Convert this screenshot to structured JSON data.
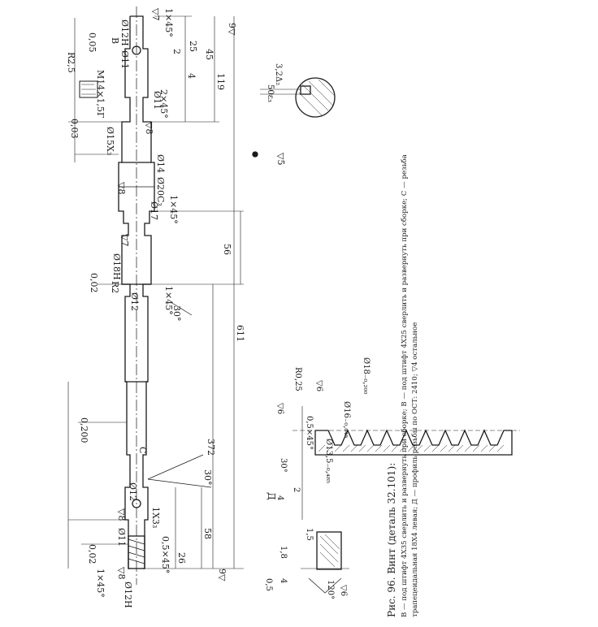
{
  "figure": {
    "title": "Рис. 96. Винт (деталь 32.101):",
    "caption_line1": "В — под штифт 4X35 сверлить и развернуть при сборке; В — под штифт 4X25 сверлить и развернуть при сборке; С — резьба",
    "caption_line2": "трапецеидальная 18X4 левая; Д — профиль резьбы по ОСТ: 2410; ▽4 остальное"
  },
  "dimensions": {
    "overall_length": "611",
    "length_372": "372",
    "length_119": "119",
    "length_56": "56",
    "length_58": "58",
    "length_45": "45",
    "length_26": "26",
    "length_25": "25",
    "length_4": "4",
    "length_2": "2"
  },
  "diameters": {
    "d12h": "Ø12H",
    "d11": "Ø11",
    "d15x3": "Ø15X₃",
    "d14": "Ø14",
    "d20c3": "Ø20С₃",
    "d17": "Ø17",
    "d18h": "Ø18H",
    "d12": "Ø12",
    "d12b": "Ø12"
  },
  "tolerances": {
    "t005": "0,05",
    "t003": "0,03",
    "t002": "0,02",
    "t0200": "0,200",
    "t002b": "0,02"
  },
  "features": {
    "radius_25": "R2,5",
    "thread_m14": "М14×1,5Г",
    "chamfer_1x45": "1×45°",
    "chamfer_05x45": "0,5×45°",
    "chamfer_2x45": "2×45°",
    "undercut_1x3": "1X3₃",
    "radius_2": "R2",
    "angle_30": "30°",
    "angle_30b": "30°",
    "letter_b": "В",
    "letter_c": "С",
    "section_d": "Д",
    "roughness_7": "▽7",
    "roughness_8": "▽8",
    "roughness_9": "9▽",
    "roughness_5": "▽5",
    "roughness_6": "▽6"
  },
  "section_d": {
    "d18": "Ø18₋₀,₂₀₀",
    "d16": "Ø16₋₀,₀₄₅",
    "d135": "Ø13,5₋₀,₄₈₅",
    "r025": "R0,25",
    "chamfer": "0,5×45°",
    "angle": "30°",
    "pitch": "4",
    "depth": "2"
  },
  "detail_b": {
    "angle": "120°",
    "dim_18": "1,8",
    "dim_05": "0,5",
    "dim_4": "4",
    "dim_15": "1,5",
    "r6": "▽6"
  },
  "pin_section": {
    "dim_32": "3,2Δ₂",
    "dim_50": "50ε₃"
  }
}
